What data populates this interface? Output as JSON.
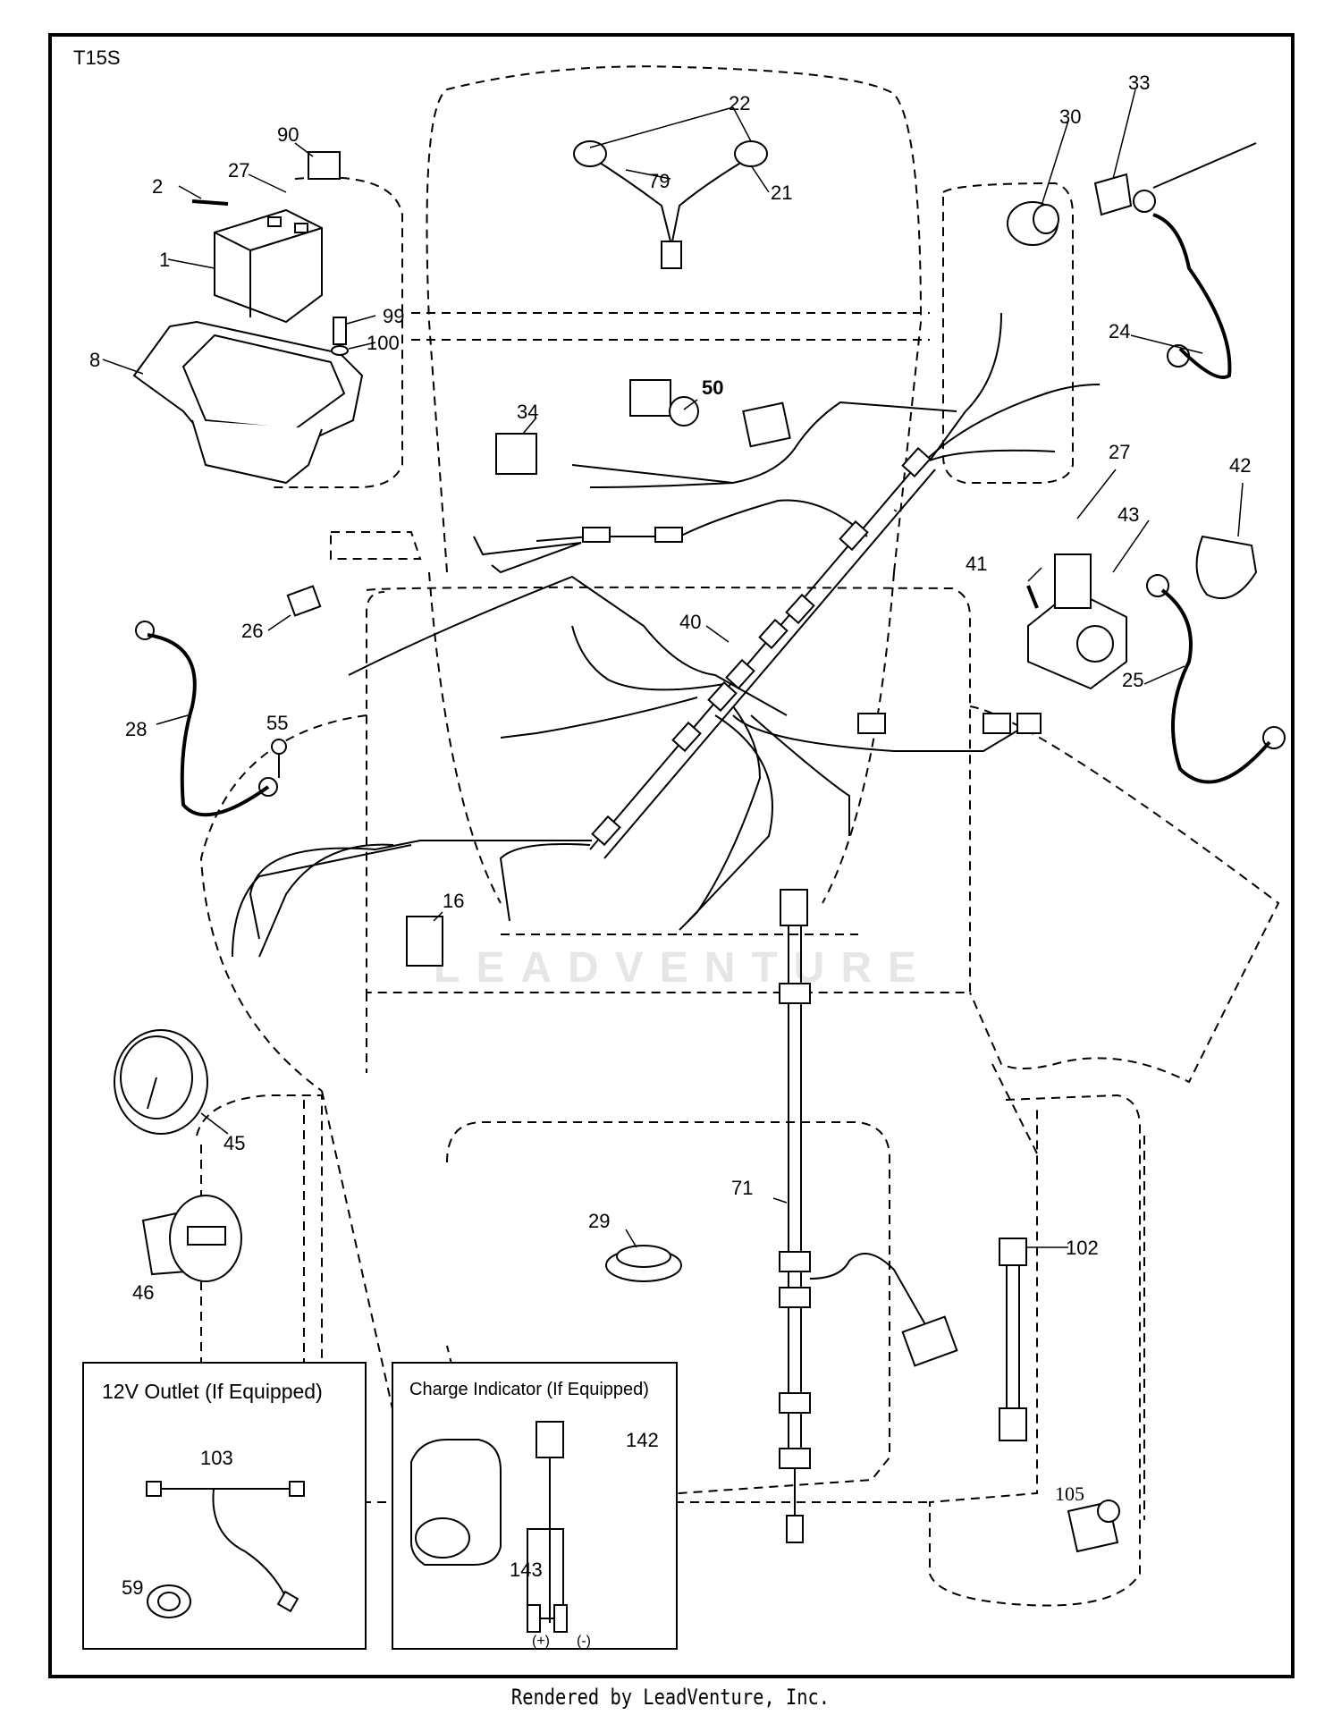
{
  "diagram": {
    "model_code": "T15S",
    "watermark": "LEADVENTURE",
    "footer": "Rendered by LeadVenture, Inc.",
    "insets": [
      {
        "title": "12V Outlet  (If Equipped)"
      },
      {
        "title": "Charge Indicator (If Equipped)"
      }
    ],
    "polarity": {
      "positive": "(+)",
      "negative": "(-)"
    },
    "callouts": [
      "1",
      "2",
      "8",
      "16",
      "21",
      "22",
      "24",
      "25",
      "26",
      "27",
      "28",
      "29",
      "30",
      "33",
      "34",
      "40",
      "41",
      "42",
      "43",
      "45",
      "46",
      "50",
      "55",
      "59",
      "71",
      "79",
      "90",
      "99",
      "100",
      "102",
      "103",
      "105",
      "142",
      "143"
    ]
  }
}
